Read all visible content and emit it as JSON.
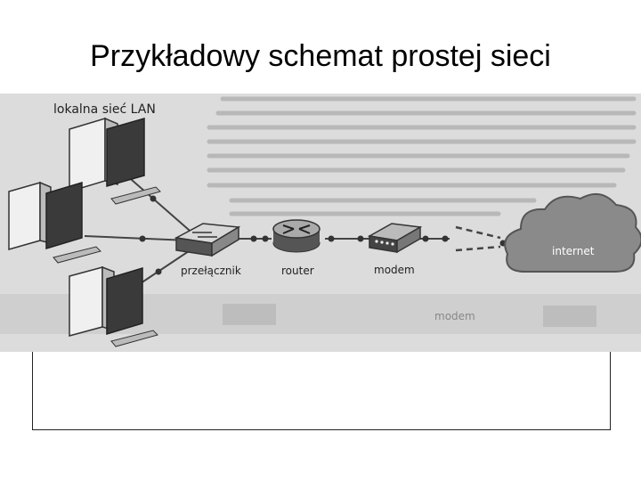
{
  "slide": {
    "title": "Przykładowy schemat prostej sieci"
  },
  "diagram": {
    "lan_label": "lokalna sieć LAN",
    "nodes": {
      "switch": "przełącznik",
      "router": "router",
      "modem": "modem",
      "internet": "internet"
    },
    "faded_bottom_label": "modem"
  },
  "colors": {
    "scan_background": "#dcdcdc",
    "device_dark": "#3a3a3a",
    "cloud_fill": "#8a8a8a"
  }
}
